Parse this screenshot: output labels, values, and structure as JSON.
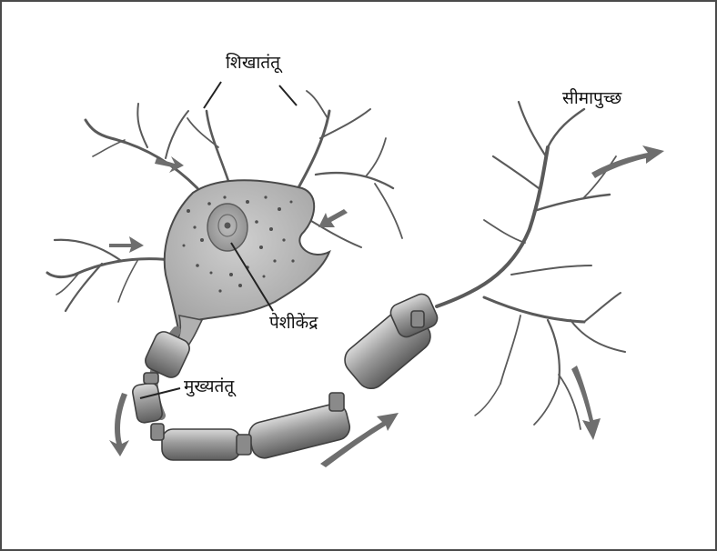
{
  "diagram": {
    "labels": {
      "dendrites": "शिखातंतू",
      "axon_terminal": "सीमापुच्छ",
      "nucleus": "पेशीकेंद्र",
      "axon": "मुख्यतंतू"
    },
    "colors": {
      "outline": "#4a4a4a",
      "cell_body": "#b4b4b4",
      "branch": "#c4c4c4",
      "myelin": "#9a9a9a",
      "arrow": "#6e6e6e",
      "text": "#111111"
    }
  }
}
